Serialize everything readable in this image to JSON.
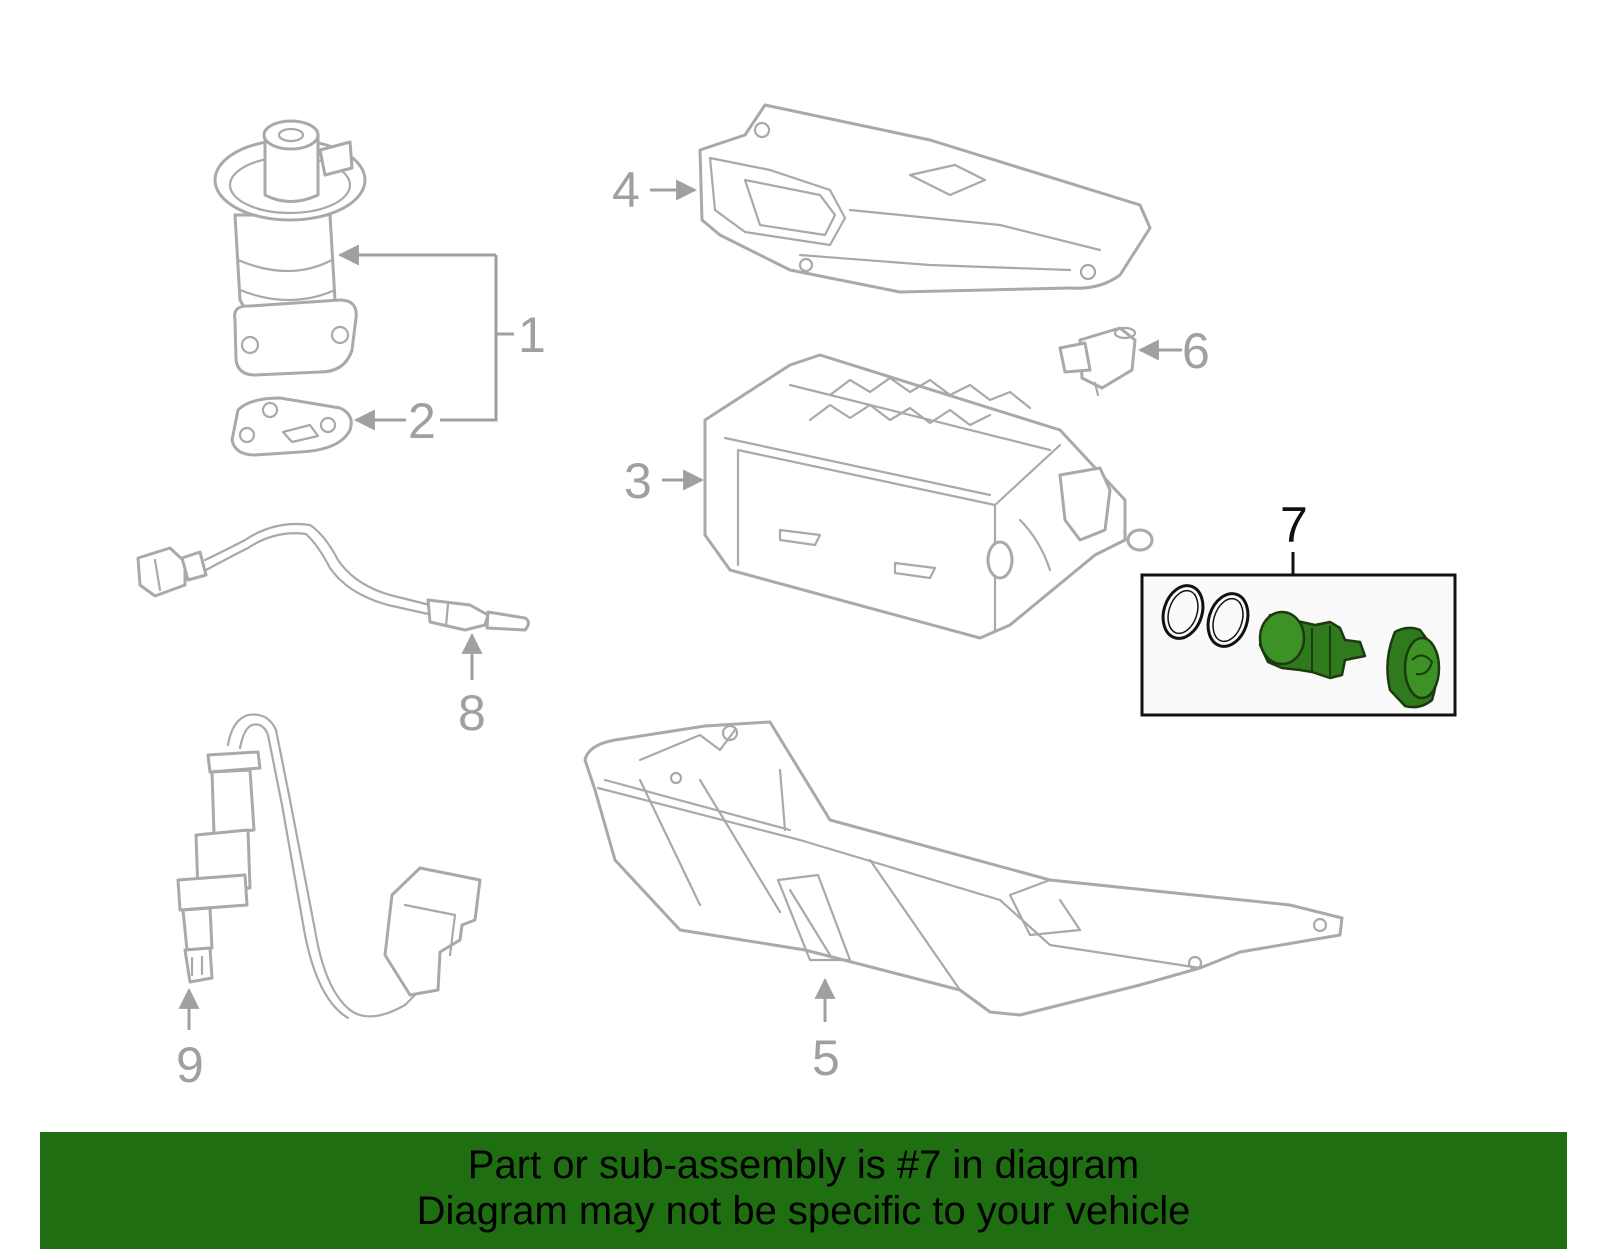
{
  "callouts": {
    "c1": "1",
    "c2": "2",
    "c3": "3",
    "c4": "4",
    "c5": "5",
    "c6": "6",
    "c7": "7",
    "c8": "8",
    "c9": "9"
  },
  "highlighted_part": "7",
  "colors": {
    "line_art": "#a9a9a9",
    "highlight": "#2e7a1c",
    "banner": "#1f6f12"
  },
  "banner": {
    "line1": "Part or sub-assembly is #7 in diagram",
    "line2": "Diagram may not be specific to your vehicle"
  }
}
